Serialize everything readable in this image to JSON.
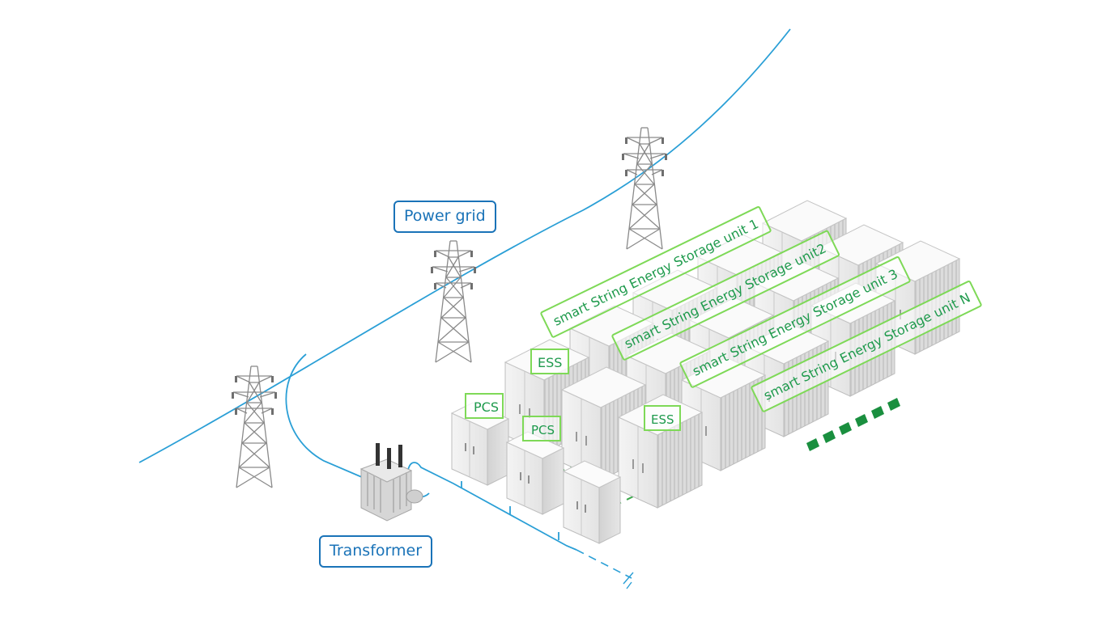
{
  "labels": {
    "power_grid": "Power grid",
    "transformer": "Transformer",
    "pcs": [
      "PCS",
      "PCS"
    ],
    "ess": [
      "ESS",
      "ESS"
    ],
    "units": [
      "smart String Energy Storage unit 1",
      "smart String Energy Storage unit2",
      "smart String Energy Storage unit 3",
      "smart String Energy Storage unit N"
    ]
  },
  "colors": {
    "grid_line": "#2a9fd6",
    "callout_border": "#1a73b8",
    "callout_text": "#1a73b8",
    "unit_tag_border": "#7ed957",
    "unit_tag_text": "#1e9a4c",
    "continuation_dots": "#1a8f3f"
  },
  "icons": {
    "tower": "transmission-tower-icon",
    "transformer": "transformer-icon",
    "pcs": "pcs-cabinet-icon",
    "ess": "battery-container-icon"
  }
}
